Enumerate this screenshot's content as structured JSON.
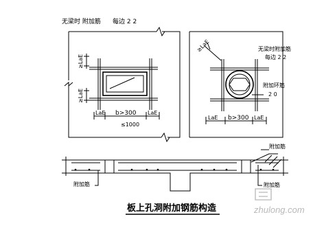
{
  "title": "板上孔洞附加钢筋构造",
  "left_detail": {
    "top_note": "无梁时 附加筋",
    "each_side": "每边 2 2",
    "lae_vertical_top": "≥LaE",
    "lae_vertical_bottom": "≥LaE",
    "dim_left": "LaE",
    "dim_mid": "b>300",
    "dim_right": "LaE",
    "dim_total": "≤1000"
  },
  "right_detail": {
    "note_line1": "无梁时附加筋",
    "note_line2": "每边 2 2",
    "ring_note_line1": "附加环筋",
    "ring_note_line2": "2 0",
    "lae_diag": "≥LaE",
    "dim_left": "LaE",
    "dim_mid": "b>300",
    "dim_right": "LaE"
  },
  "section": {
    "label_left": "附加筋",
    "label_right_top": "附加筋",
    "label_right_bottom": "附加筋"
  },
  "watermark": "zhulong.com"
}
